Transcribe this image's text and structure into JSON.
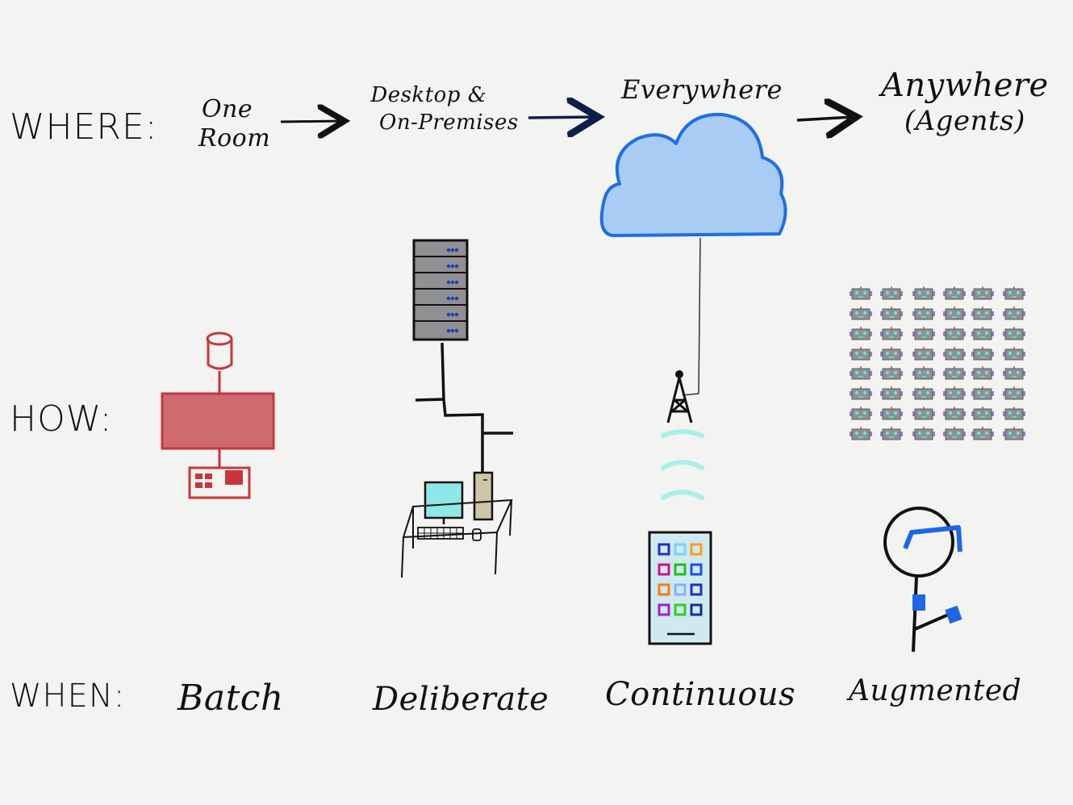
{
  "rows": {
    "where": "WHERE:",
    "how": "HOW:",
    "when": "WHEN:"
  },
  "where": {
    "one_room": [
      "One",
      "Room"
    ],
    "desktop": [
      "Desktop &",
      "On-Premises"
    ],
    "everywhere": "Everywhere",
    "anywhere": [
      "Anywhere",
      "(Agents)"
    ]
  },
  "when": {
    "batch": "Batch",
    "deliberate": "Deliberate",
    "continuous": "Continuous",
    "augmented": "Augmented"
  },
  "icons": {
    "mainframe": "mainframe-icon",
    "server": "server-rack-icon",
    "desktop_pc": "desktop-computer-icon",
    "cloud": "cloud-icon",
    "tower": "cell-tower-icon",
    "phone": "smartphone-icon",
    "robots": "robot-grid-icon",
    "person": "augmented-person-icon"
  },
  "colors": {
    "ink": "#111111",
    "mainframe_red": "#c8363c",
    "mainframe_fill": "#cf6a70",
    "cloud_fill": "#a9ccf5",
    "cloud_stroke": "#1f6fe0",
    "screen_teal": "#8fe8e8",
    "server_gray": "#8e9092",
    "signal_teal": "#a9f0ea",
    "glasses_blue": "#1e66e6"
  }
}
